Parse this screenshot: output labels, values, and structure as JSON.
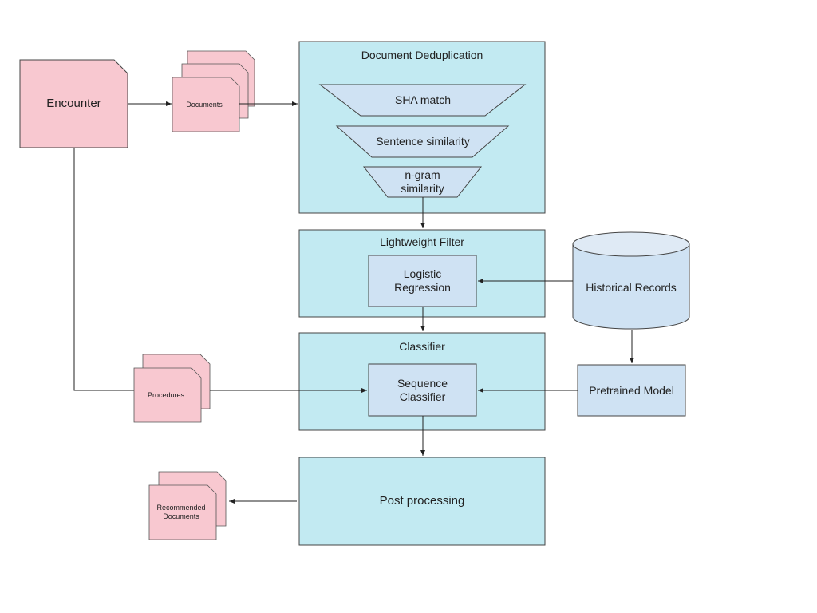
{
  "colors": {
    "pink": "#f8c8d0",
    "cyan": "#c2eaf2",
    "lightblue": "#cfe2f3",
    "stroke": "#444444"
  },
  "nodes": {
    "encounter": "Encounter",
    "documents": "Documents",
    "procedures": "Procedures",
    "recommended": "Recommended Documents",
    "dedup": {
      "title": "Document Deduplication",
      "sha": "SHA match",
      "sentence": "Sentence similarity",
      "ngram": "n-gram similarity"
    },
    "filter": {
      "title": "Lightweight Filter",
      "logistic": "Logistic Regression"
    },
    "classifier": {
      "title": "Classifier",
      "sequence": "Sequence Classifier"
    },
    "post": "Post processing",
    "historical": "Historical Records",
    "pretrained": "Pretrained Model"
  }
}
